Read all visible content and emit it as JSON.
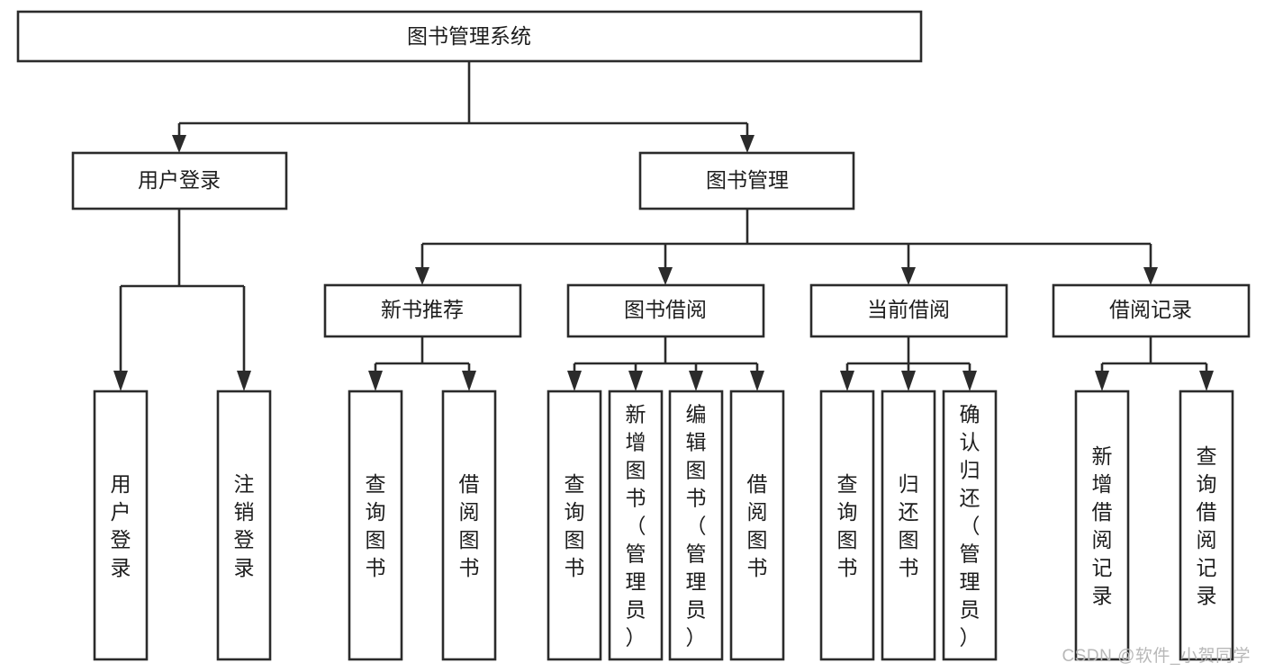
{
  "diagram": {
    "type": "tree-hierarchy",
    "orientation": "top-down",
    "title": "图书管理系统",
    "watermark": "CSDN @软件_小贺同学",
    "colors": {
      "stroke": "#2b2b2b",
      "fill": "#ffffff",
      "text": "#1d1d1d",
      "background": "#ffffff",
      "watermark": "#b8b8b8"
    },
    "root": {
      "id": "root",
      "label": "图书管理系统",
      "orientation": "horizontal"
    },
    "level2": [
      {
        "id": "n-user-login",
        "label": "用户登录",
        "orientation": "horizontal"
      },
      {
        "id": "n-book-manage",
        "label": "图书管理",
        "orientation": "horizontal"
      }
    ],
    "level3": [
      {
        "id": "n-new-book-rec",
        "label": "新书推荐",
        "orientation": "horizontal",
        "parent": "n-book-manage"
      },
      {
        "id": "n-book-borrow",
        "label": "图书借阅",
        "orientation": "horizontal",
        "parent": "n-book-manage"
      },
      {
        "id": "n-current-borrow",
        "label": "当前借阅",
        "orientation": "horizontal",
        "parent": "n-book-manage"
      },
      {
        "id": "n-borrow-record",
        "label": "借阅记录",
        "orientation": "horizontal",
        "parent": "n-book-manage"
      }
    ],
    "leaves": {
      "user_login": [
        {
          "id": "l-user-login",
          "label": "用户登录",
          "orientation": "vertical"
        },
        {
          "id": "l-logout-login",
          "label": "注销登录",
          "orientation": "vertical"
        }
      ],
      "new_book_rec": [
        {
          "id": "l-query-book-1",
          "label": "查询图书",
          "orientation": "vertical"
        },
        {
          "id": "l-borrow-book-1",
          "label": "借阅图书",
          "orientation": "vertical"
        }
      ],
      "book_borrow": [
        {
          "id": "l-query-book-2",
          "label": "查询图书",
          "orientation": "vertical"
        },
        {
          "id": "l-add-book",
          "label": "新增图书（管理员）",
          "orientation": "vertical"
        },
        {
          "id": "l-edit-book",
          "label": "编辑图书（管理员）",
          "orientation": "vertical"
        },
        {
          "id": "l-borrow-book-2",
          "label": "借阅图书",
          "orientation": "vertical"
        }
      ],
      "current_borrow": [
        {
          "id": "l-query-book-3",
          "label": "查询图书",
          "orientation": "vertical"
        },
        {
          "id": "l-return-book",
          "label": "归还图书",
          "orientation": "vertical"
        },
        {
          "id": "l-confirm-return",
          "label": "确认归还（管理员）",
          "orientation": "vertical"
        }
      ],
      "borrow_record": [
        {
          "id": "l-add-record",
          "label": "新增借阅记录",
          "orientation": "vertical"
        },
        {
          "id": "l-query-record",
          "label": "查询借阅记录",
          "orientation": "vertical"
        }
      ]
    }
  }
}
